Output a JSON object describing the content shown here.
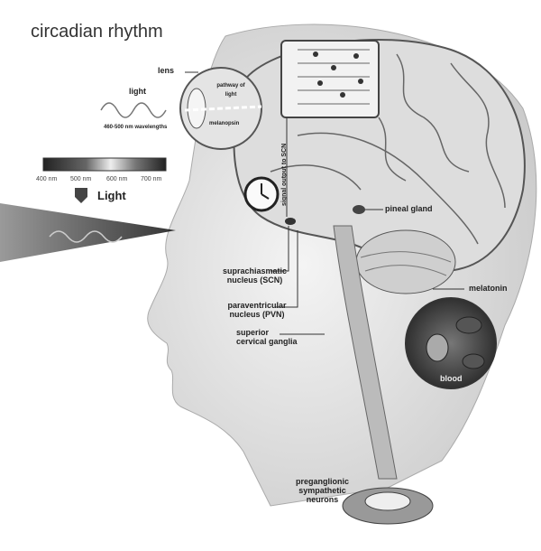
{
  "title": "circadian rhythm",
  "eye": {
    "lens_label": "lens",
    "light_label": "light",
    "wavelength_label": "460-500 nm wavelengths",
    "pathway_label": "pathway of light",
    "melanopsin_label": "melanopsin"
  },
  "spectrum": {
    "ticks": [
      "400 nm",
      "500 nm",
      "600 nm",
      "700 nm"
    ]
  },
  "light_arrow_label": "Light",
  "signal_label": "signal output to SCN",
  "labels": {
    "pineal_gland": "pineal gland",
    "scn": "suprachiasmatic nucleus (SCN)",
    "pvn": "paraventricular nucleus (PVN)",
    "scg": "superior cervical ganglia",
    "melatonin": "melatonin",
    "blood": "blood",
    "preganglionic": "preganglionic sympathetic neurons"
  }
}
